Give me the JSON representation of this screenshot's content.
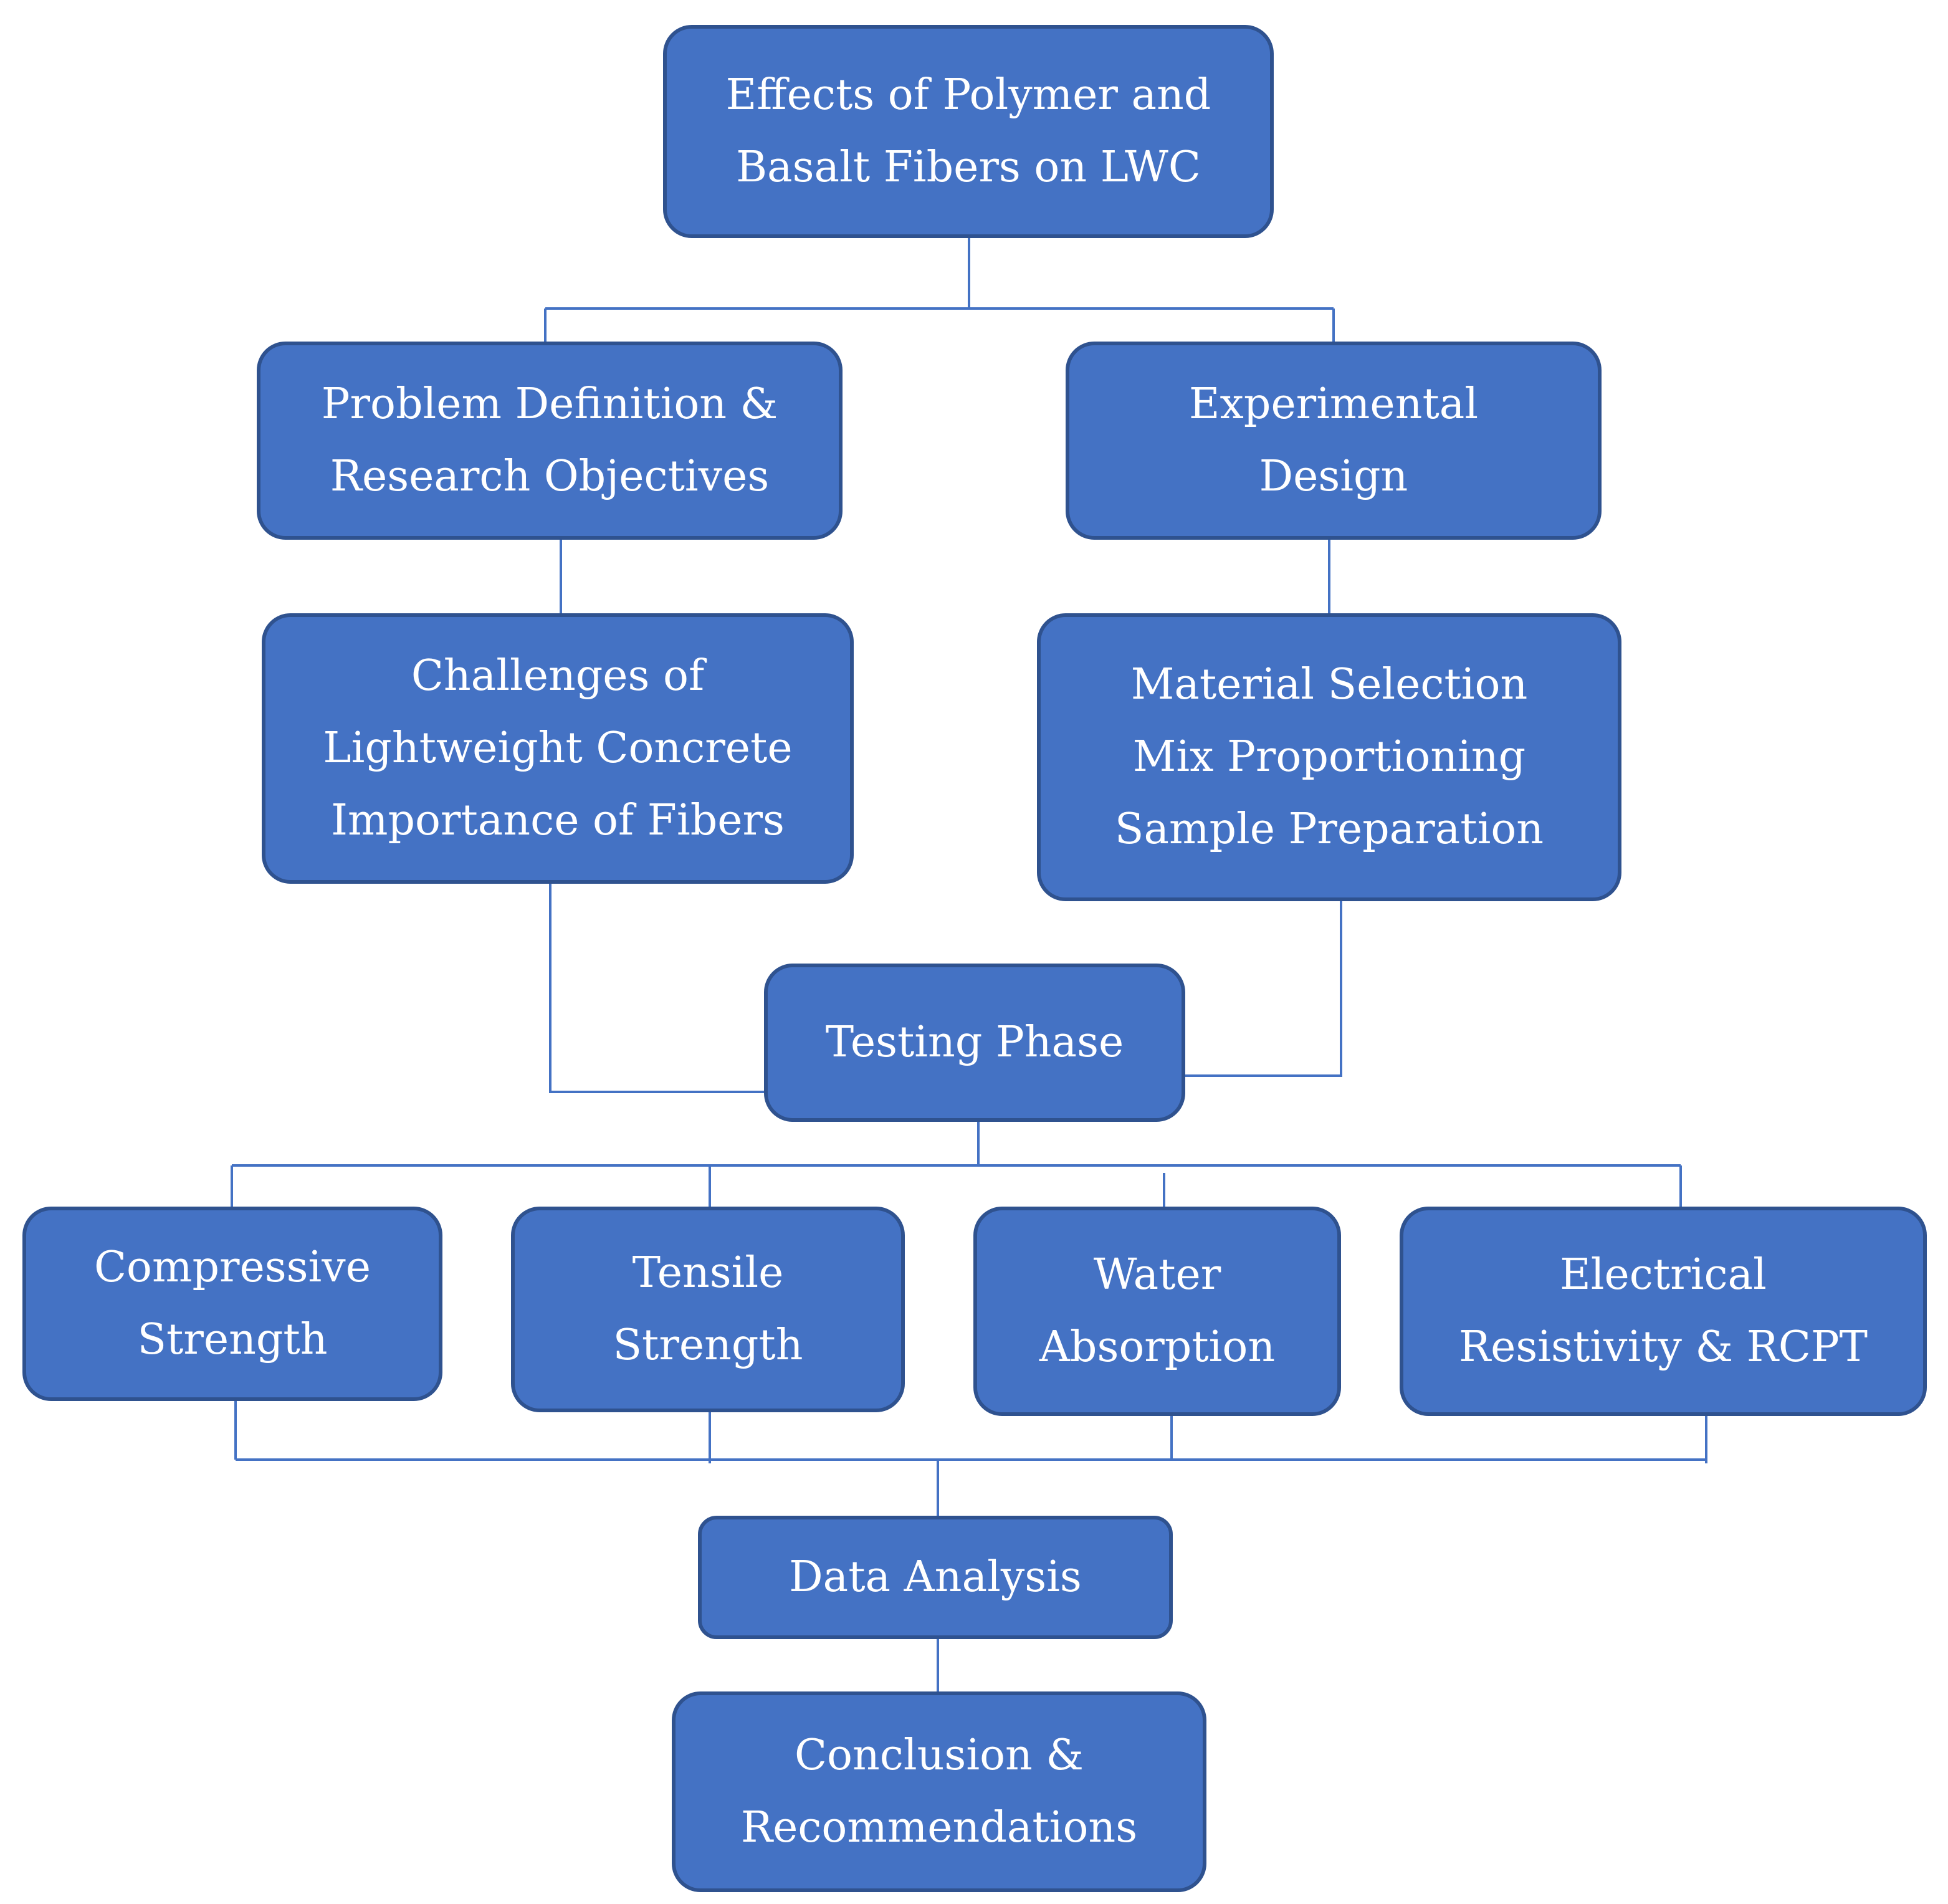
{
  "colors": {
    "box_fill": "#4472c4",
    "box_border": "#2f528f",
    "connector": "#4472c4",
    "text": "#ffffff"
  },
  "nodes": {
    "root": {
      "lines": [
        "Effects of Polymer and",
        "Basalt Fibers on LWC"
      ]
    },
    "problem": {
      "lines": [
        "Problem Definition &",
        "Research Objectives"
      ]
    },
    "experimental": {
      "lines": [
        "Experimental",
        "Design"
      ]
    },
    "challenges": {
      "lines": [
        "Challenges of",
        "Lightweight Concrete",
        "Importance of Fibers"
      ]
    },
    "material": {
      "lines": [
        "Material Selection",
        "Mix Proportioning",
        "Sample Preparation"
      ]
    },
    "testing": {
      "lines": [
        "Testing Phase"
      ]
    },
    "compressive": {
      "lines": [
        "Compressive",
        "Strength"
      ]
    },
    "tensile": {
      "lines": [
        "Tensile",
        "Strength"
      ]
    },
    "water": {
      "lines": [
        "Water",
        "Absorption"
      ]
    },
    "electrical": {
      "lines": [
        "Electrical",
        "Resistivity & RCPT"
      ]
    },
    "analysis": {
      "lines": [
        "Data Analysis"
      ]
    },
    "conclusion": {
      "lines": [
        "Conclusion &",
        "Recommendations"
      ]
    }
  }
}
